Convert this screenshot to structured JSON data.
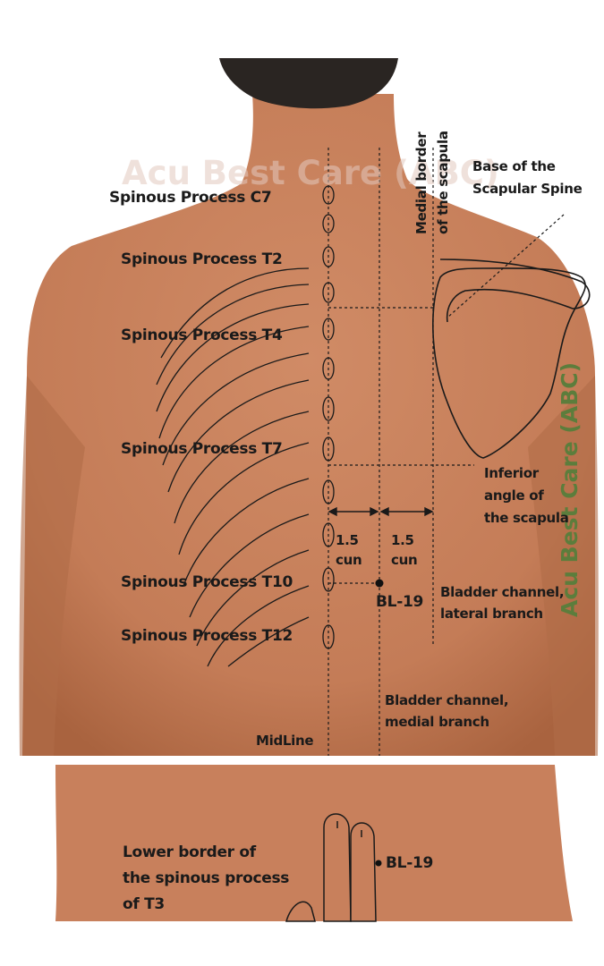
{
  "watermark": {
    "horizontal": "Acu Best Care (ABC)",
    "vertical": "Acu Best Care (ABC)",
    "color": "#5c7d3c"
  },
  "labels": {
    "c7": "Spinous Process C7",
    "t2": "Spinous Process T2",
    "t4": "Spinous Process T4",
    "t7": "Spinous Process T7",
    "t10": "Spinous Process T10",
    "t12": "Spinous Process T12",
    "medial_border_1": "Medial border",
    "medial_border_2": "of the scapula",
    "base_spine_1": "Base of the",
    "base_spine_2": "Scapular Spine",
    "inferior_1": "Inferior",
    "inferior_2": "angle of",
    "inferior_3": "the scapula",
    "cun_left_num": "1.5",
    "cun_left_unit": "cun",
    "cun_right_num": "1.5",
    "cun_right_unit": "cun",
    "point": "BL-19",
    "lateral_1": "Bladder channel,",
    "lateral_2": "lateral branch",
    "medial_1": "Bladder channel,",
    "medial_2": "medial branch",
    "midline": "MidLine",
    "lower_1": "Lower border of",
    "lower_2": "the spinous process",
    "lower_3": "of T3",
    "point_inset": "BL-19"
  },
  "colors": {
    "skin": "#c8805c",
    "skin_dark": "#a8623f",
    "hair": "#2a2522",
    "line": "#1a1a1a"
  }
}
